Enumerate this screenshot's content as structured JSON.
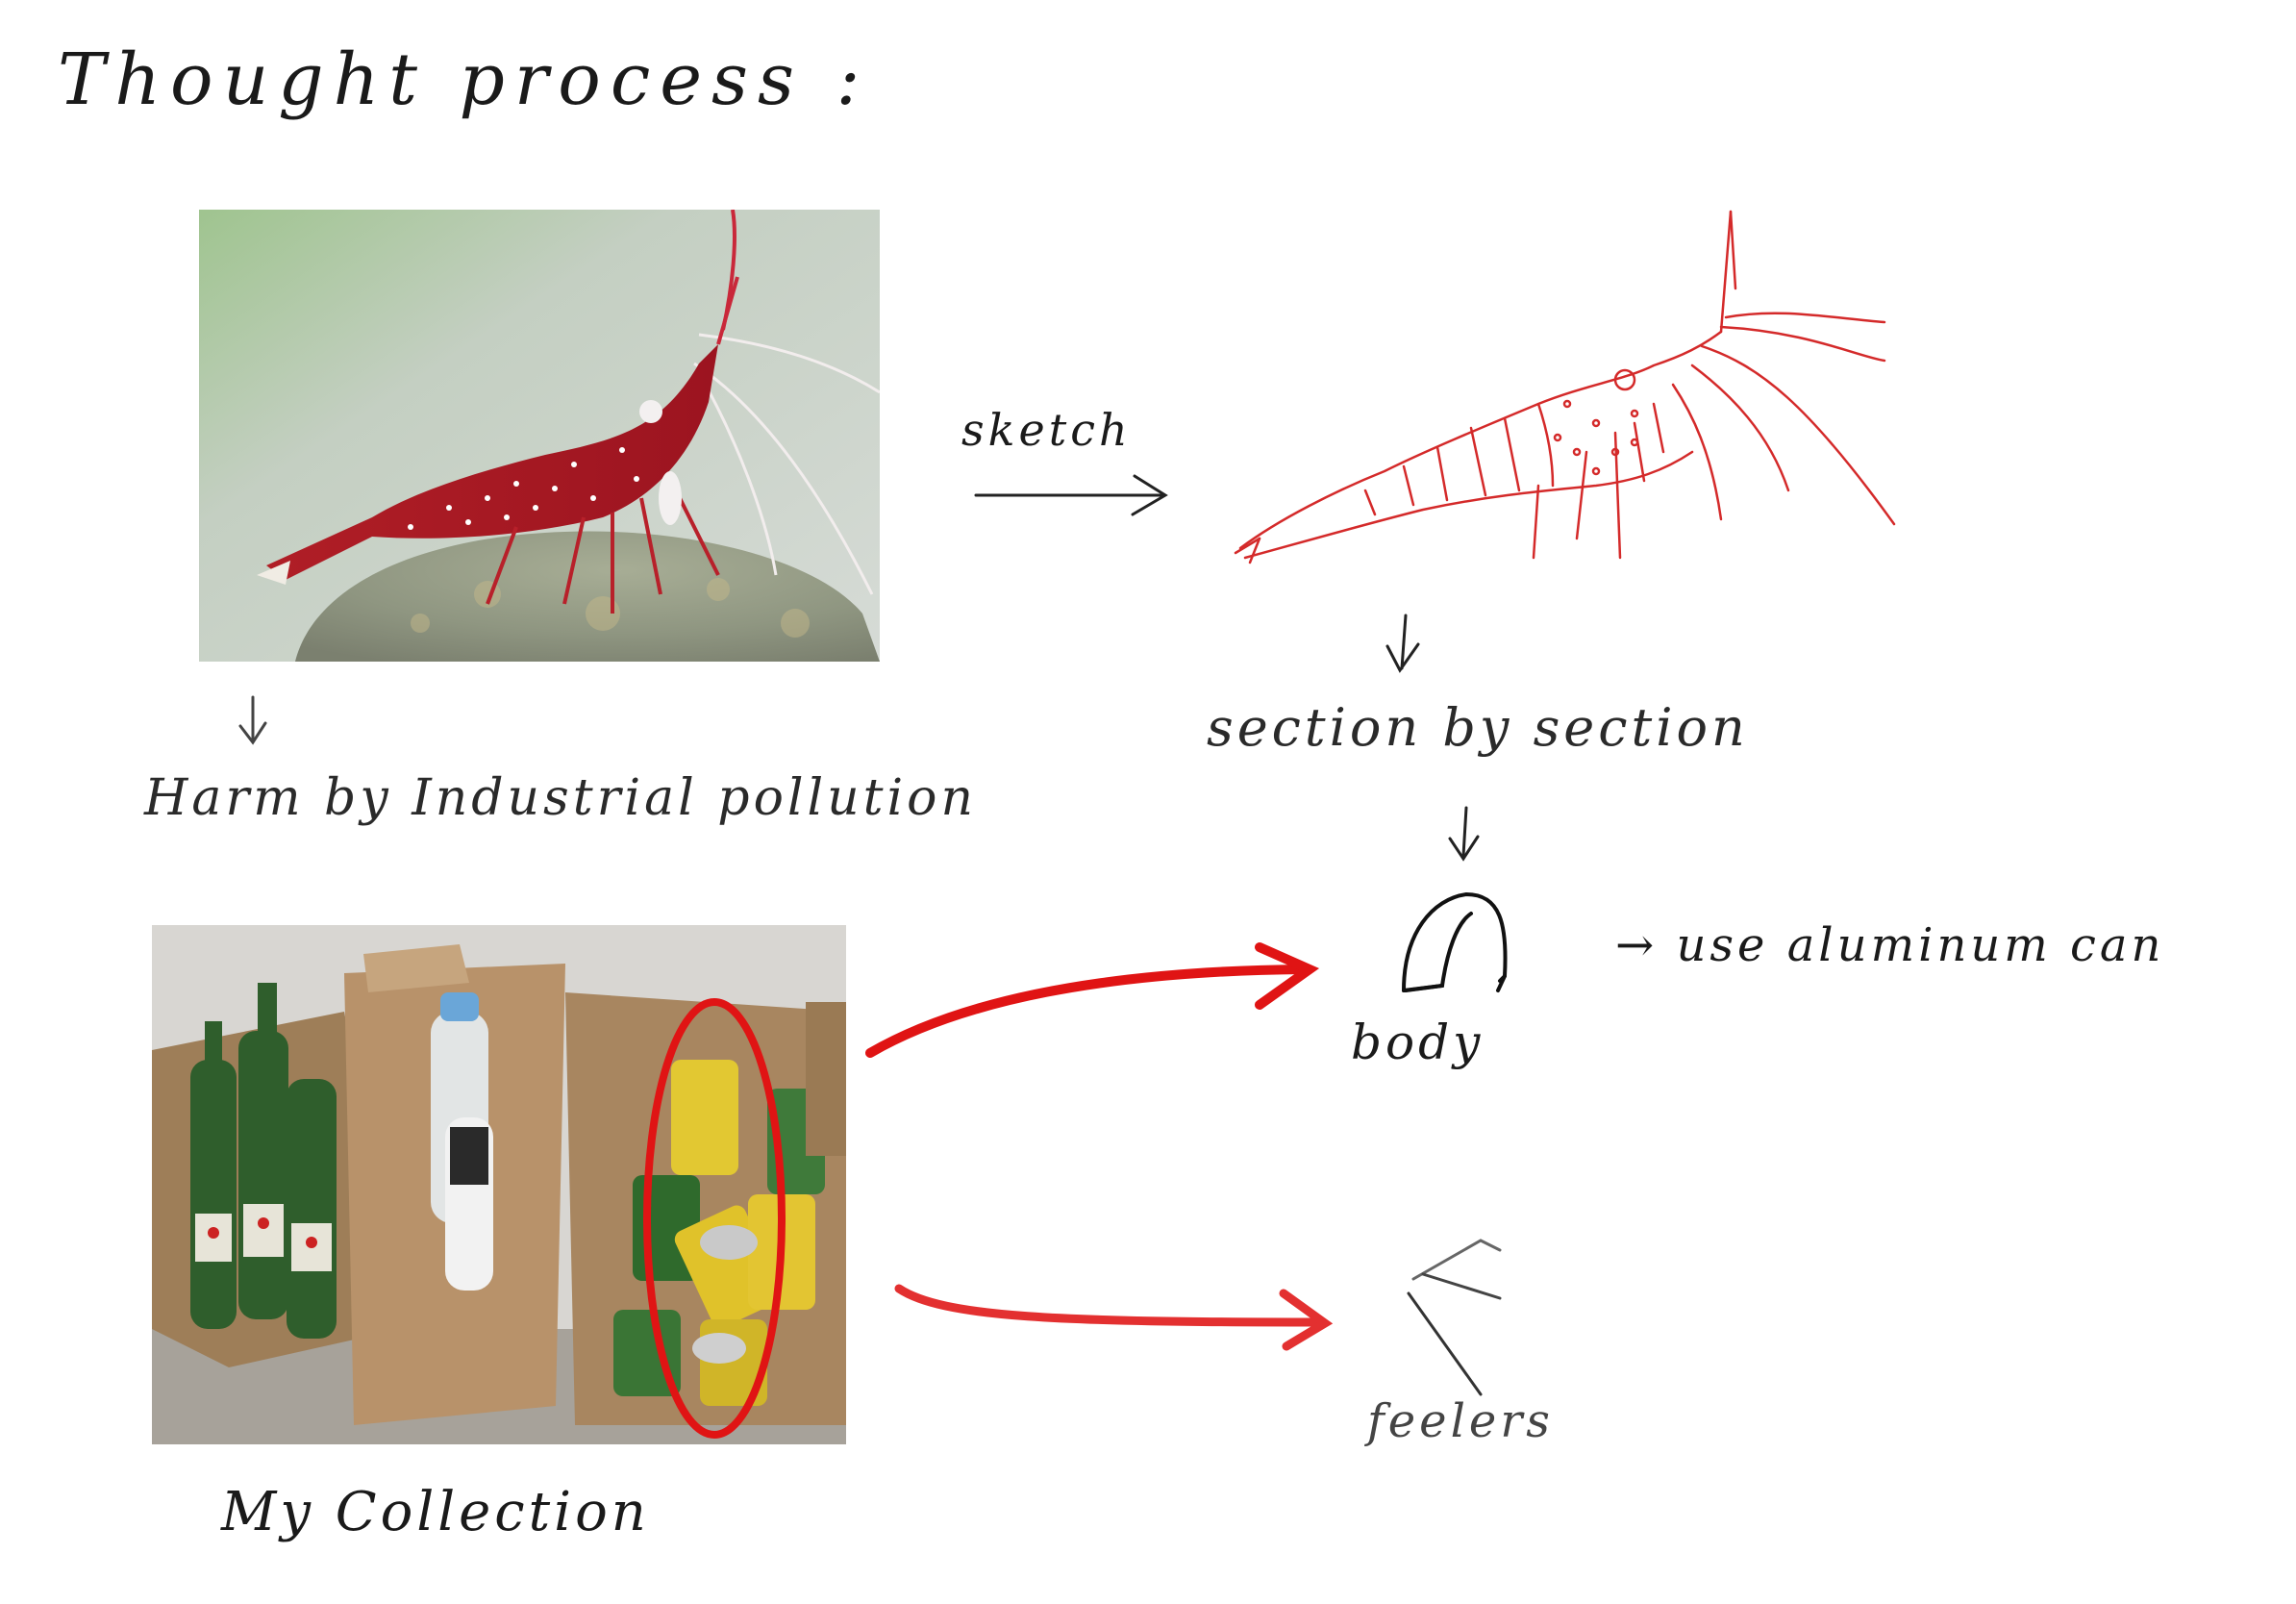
{
  "title": "Thought process :",
  "labels": {
    "sketch": "sketch",
    "harm": "Harm by Industrial pollution",
    "section": "section by section",
    "use_can": "→ use aluminum can",
    "body": "body",
    "feelers": "feelers",
    "collection": "My Collection"
  },
  "colors": {
    "red_accent": "#e01414",
    "sketch_red": "#d42a2a",
    "ink": "#1a1a1a"
  }
}
